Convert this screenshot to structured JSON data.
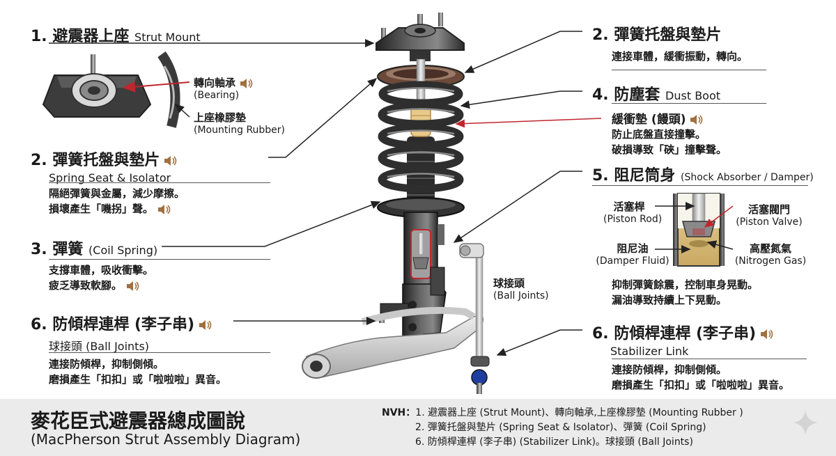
{
  "colors": {
    "accent_red": "#c0262d",
    "speaker_brown": "#a07040",
    "footer_bg": "#ebebeb"
  },
  "left": {
    "s1": {
      "num": "1.",
      "zh": "避震器上座",
      "en": "Strut Mount"
    },
    "bearing": {
      "zh": "轉向軸承",
      "en": "(Bearing)"
    },
    "rubber": {
      "zh": "上座橡膠墊",
      "en": "(Mounting Rubber)"
    },
    "s2": {
      "num": "2.",
      "zh": "彈簧托盤與墊片",
      "en": "Spring Seat & Isolator",
      "d1": "隔絕彈簧與金屬，減少摩擦。",
      "d2": "損壞產生「嘰拐」聲。"
    },
    "s3": {
      "num": "3.",
      "zh": "彈簧",
      "en": "(Coil Spring)",
      "d1": "支撐車體，吸收衝擊。",
      "d2": "疲乏導致軟腳。"
    },
    "s6": {
      "num": "6.",
      "zh": "防傾桿連桿 (李子串)",
      "sub": "球接頭 (Ball Joints)",
      "d1": "連接防傾桿，抑制側傾。",
      "d2": "磨損產生「扣扣」或「啦啦啦」異音。"
    }
  },
  "center": {
    "ball_zh": "球接頭",
    "ball_en": "(Ball Joints)"
  },
  "right": {
    "s2": {
      "num": "2.",
      "zh": "彈簧托盤與墊片",
      "d1": "連接車體，緩衝振動，轉向。"
    },
    "s4": {
      "num": "4.",
      "zh": "防塵套",
      "en": "Dust Boot"
    },
    "bumper": {
      "zh": "緩衝墊 (饅頭)",
      "d1": "防止底盤直接撞擊。",
      "d2": "破損導致「硤」撞擊聲。"
    },
    "s5": {
      "num": "5.",
      "zh": "阻尼筒身",
      "en": "(Shock Absorber / Damper)"
    },
    "piston_rod": {
      "zh": "活塞桿",
      "en": "(Piston Rod)"
    },
    "piston_valve": {
      "zh": "活塞閥門",
      "en": "(Piston Valve)"
    },
    "damper_fluid": {
      "zh": "阻尼油",
      "en": "(Damper Fluid)"
    },
    "nitrogen": {
      "zh": "高壓氮氣",
      "en": "(Nitrogen Gas)"
    },
    "s5d1": "抑制彈簧餘震，控制車身晃動。",
    "s5d2": "漏油導致持續上下晃動。",
    "s6": {
      "num": "6.",
      "zh": "防傾桿連桿 (李子串)",
      "en": "Stabilizer Link",
      "d1": "連接防傾桿，抑制側傾。",
      "d2": "磨損產生「扣扣」或「啦啦啦」異音。"
    }
  },
  "footer": {
    "title": "麥花臣式避震器總成圖說",
    "subtitle": "(MacPherson Strut Assembly Diagram)",
    "nvh_label": "NVH：",
    "line1": "1. 避震器上座 (Strut Mount)、轉向軸承,上座橡膠墊 (Mounting Rubber )",
    "line2": "2. 彈簧托盤與墊片 (Spring Seat & Isolator)、彈簧 (Coil Spring)",
    "line3": "6. 防傾桿連桿 (李子串) (Stabilizer Link)。球接頭  (Ball Joints)"
  }
}
